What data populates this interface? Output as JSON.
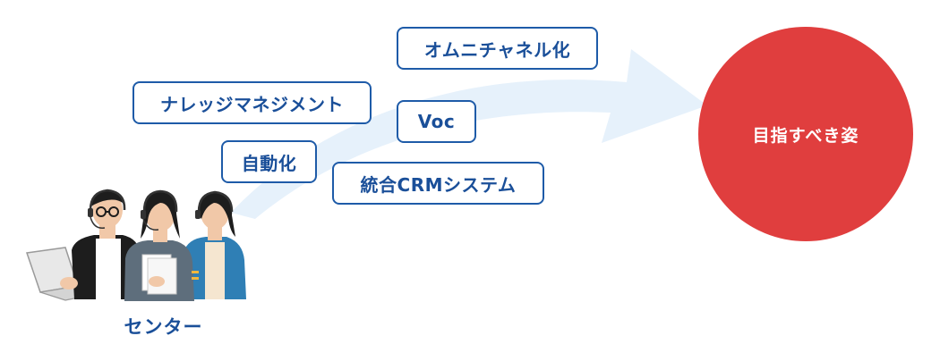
{
  "tags": {
    "omnichannel": "オムニチャネル化",
    "knowledge": "ナレッジマネジメント",
    "voc": "Voc",
    "automation": "自動化",
    "crm": "統合CRMシステム"
  },
  "goal": {
    "label": "目指すべき姿"
  },
  "origin": {
    "label": "センター"
  },
  "colors": {
    "tag_border": "#1e5ba8",
    "tag_text": "#1a4f99",
    "goal_fill": "#e03e3e",
    "arrow_fill": "#e6f1fb"
  },
  "icons": [
    "arrow-icon",
    "call-center-agents-icon"
  ]
}
